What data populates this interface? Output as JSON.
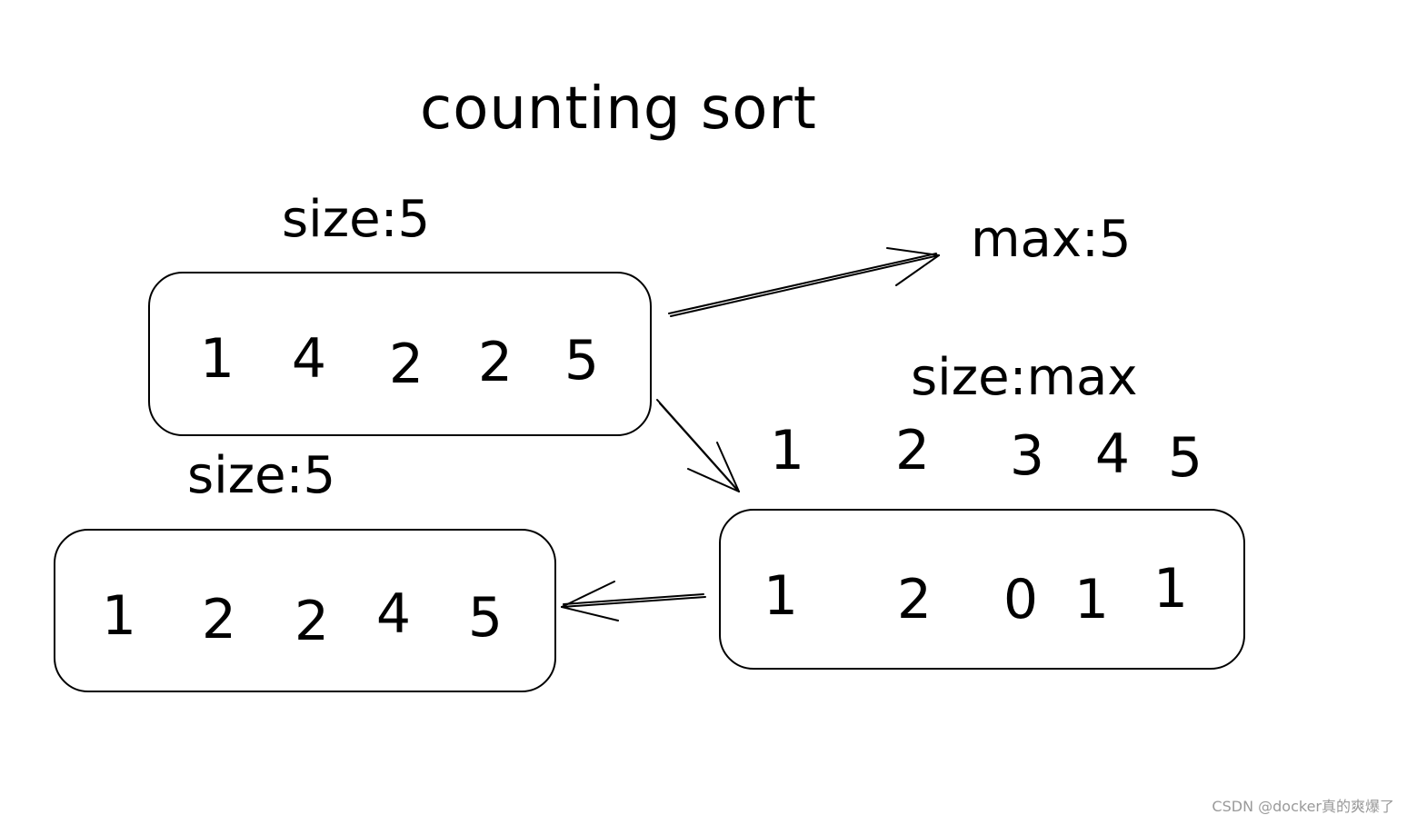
{
  "title": "counting sort",
  "input_array": {
    "size_label": "size:5",
    "values": [
      "1",
      "4",
      "2",
      "2",
      "5"
    ]
  },
  "max_label": "max:5",
  "count_array": {
    "size_label": "size:max",
    "indices": [
      "1",
      "2",
      "3",
      "4",
      "5"
    ],
    "values": [
      "1",
      "2",
      "0",
      "1",
      "1"
    ]
  },
  "output_array": {
    "size_label": "size:5",
    "values": [
      "1",
      "2",
      "2",
      "4",
      "5"
    ]
  },
  "watermark": "CSDN @docker真的爽爆了",
  "colors": {
    "ink": "#000000",
    "background": "#ffffff",
    "watermark": "#9a9a9a"
  }
}
